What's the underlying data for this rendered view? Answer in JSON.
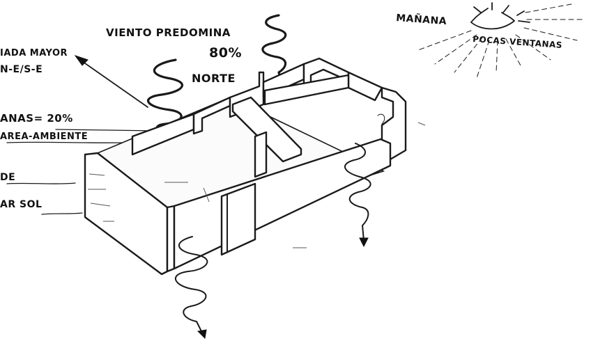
{
  "labels": {
    "wind_title": "VIENTO PREDOMINA",
    "wind_percent": "80%",
    "wind_direction": "NORTE",
    "morning": "MAÑANA",
    "few_windows": "POCAS VENTANAS",
    "greater_dimension_line1": "IADA MAYOR",
    "greater_dimension_line2": "N-E/S-E",
    "windows_ratio_line1": "ANAS= 20%",
    "windows_ratio_line2": "AREA-AMBIENTE",
    "partial_de": "DE",
    "partial_sun": "AR SOL"
  },
  "colors": {
    "ink": "#1a1a1a",
    "paper": "#ffffff"
  }
}
